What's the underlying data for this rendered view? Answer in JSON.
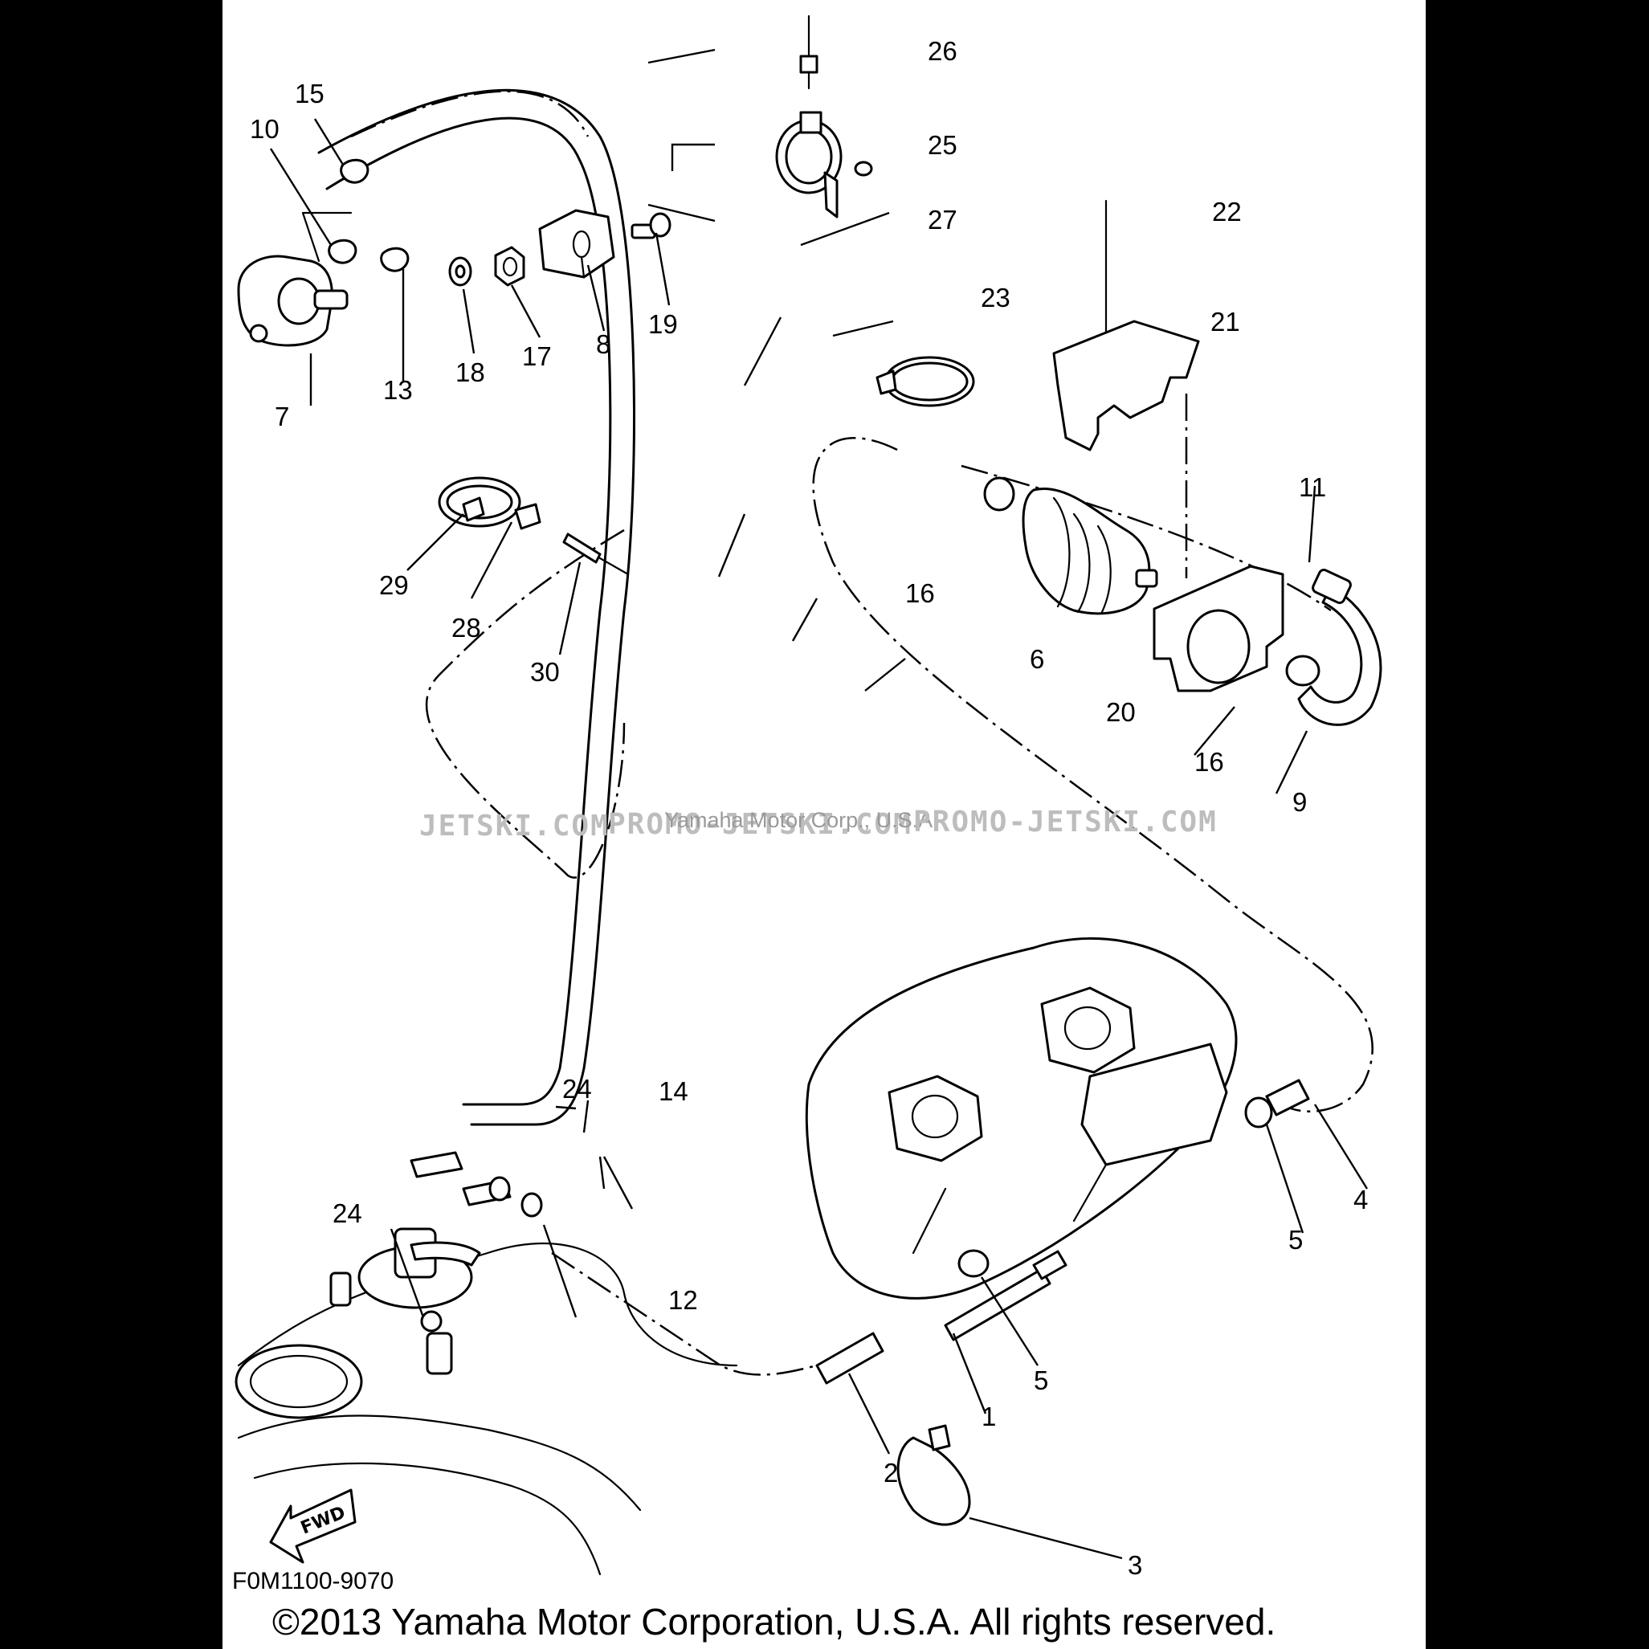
{
  "diagram": {
    "drawing_code": "F0M1100-9070",
    "copyright": "©2013 Yamaha Motor Corporation, U.S.A. All rights reserved.",
    "direction_label": "FWD",
    "watermark": {
      "left": "JETSKI.COM",
      "center": "PROMO-JETSKI.COM",
      "center_overlay": "Yamaha Motor Corp., U.S.A.",
      "right": "PROMO-JETSKI.COM"
    },
    "callouts": [
      "1",
      "2",
      "3",
      "4",
      "5",
      "5",
      "6",
      "7",
      "8",
      "9",
      "10",
      "11",
      "12",
      "13",
      "14",
      "15",
      "16",
      "16",
      "17",
      "18",
      "19",
      "20",
      "21",
      "22",
      "23",
      "24",
      "24",
      "25",
      "26",
      "27",
      "28",
      "29",
      "30"
    ]
  },
  "colors": {
    "background": "#000000",
    "sheet": "#ffffff",
    "ink": "#000000",
    "watermark": "#bdbdbd"
  }
}
